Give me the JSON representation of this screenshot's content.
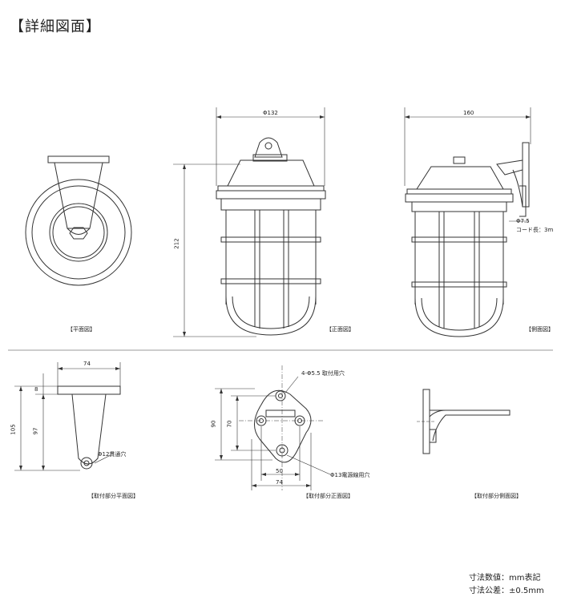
{
  "title": "【詳細図面】",
  "views": {
    "plan": "【平面図】",
    "front": "【正面図】",
    "side": "【側面図】",
    "mount_plan": "【取付部分平面図】",
    "mount_front": "【取付部分正面図】",
    "mount_side": "【取付部分側面図】"
  },
  "dims": {
    "front_width": "Φ132",
    "side_width": "160",
    "height": "212",
    "cord_dia": "Φ7.5",
    "cord_len": "コード長：3m",
    "plate_width": "74",
    "plate_thick": "8",
    "total_105": "105",
    "arm_97": "97",
    "hole_12": "Φ12貫通穴",
    "holes_4": "4-Φ5.5 取付用穴",
    "h_90": "90",
    "h_70": "70",
    "w_50": "50",
    "w_74": "74",
    "hole_13": "Φ13電源線用穴"
  },
  "notes": {
    "unit": "寸法数値：mm表記",
    "tolerance": "寸法公差：±0.5mm"
  }
}
